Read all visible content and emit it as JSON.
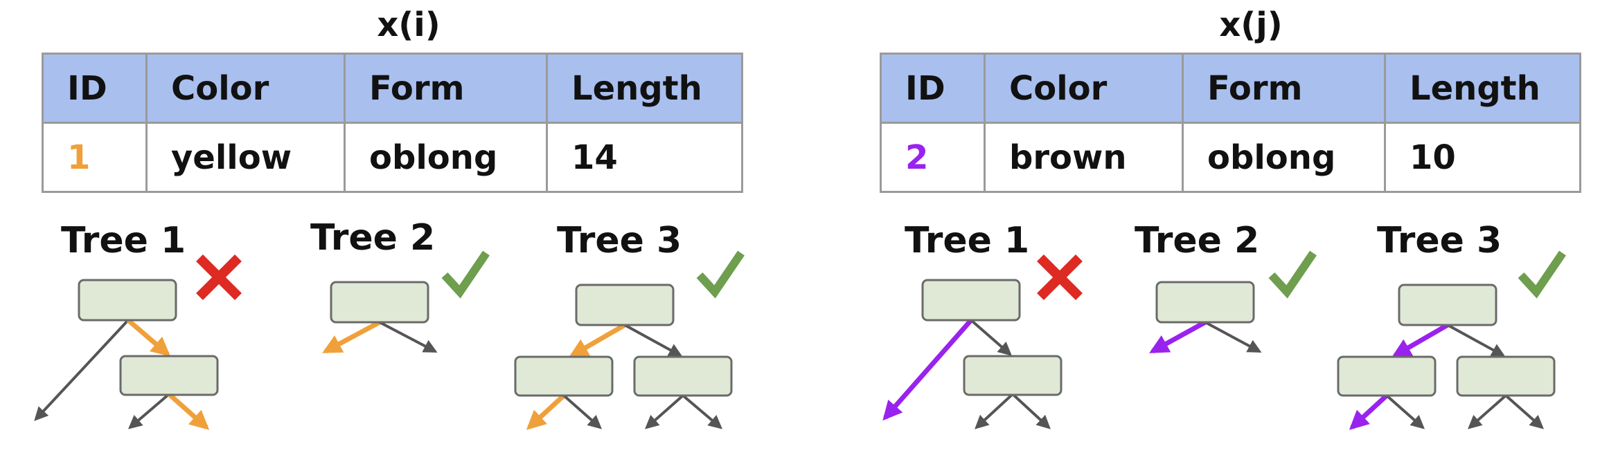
{
  "colors": {
    "header_fill": "#a9bfee",
    "node_fill": "#dfe9d6",
    "node_stroke": "#6a6a6a",
    "edge_default": "#555555",
    "path_left": "#f0a03a",
    "path_right": "#9a22ee",
    "check": "#6e9e4e",
    "cross": "#dd2a22"
  },
  "panels": [
    {
      "title": "x(i)",
      "headers": [
        "ID",
        "Color",
        "Form",
        "Length"
      ],
      "row": [
        "1",
        "yellow",
        "oblong",
        "14"
      ],
      "id_color": "#f0a03a",
      "trees": [
        {
          "label": "Tree 1",
          "result": "cross-icon"
        },
        {
          "label": "Tree 2",
          "result": "check-icon"
        },
        {
          "label": "Tree 3",
          "result": "check-icon"
        }
      ]
    },
    {
      "title": "x(j)",
      "headers": [
        "ID",
        "Color",
        "Form",
        "Length"
      ],
      "row": [
        "2",
        "brown",
        "oblong",
        "10"
      ],
      "id_color": "#9a22ee",
      "trees": [
        {
          "label": "Tree 1",
          "result": "cross-icon"
        },
        {
          "label": "Tree 2",
          "result": "check-icon"
        },
        {
          "label": "Tree 3",
          "result": "check-icon"
        }
      ]
    }
  ]
}
